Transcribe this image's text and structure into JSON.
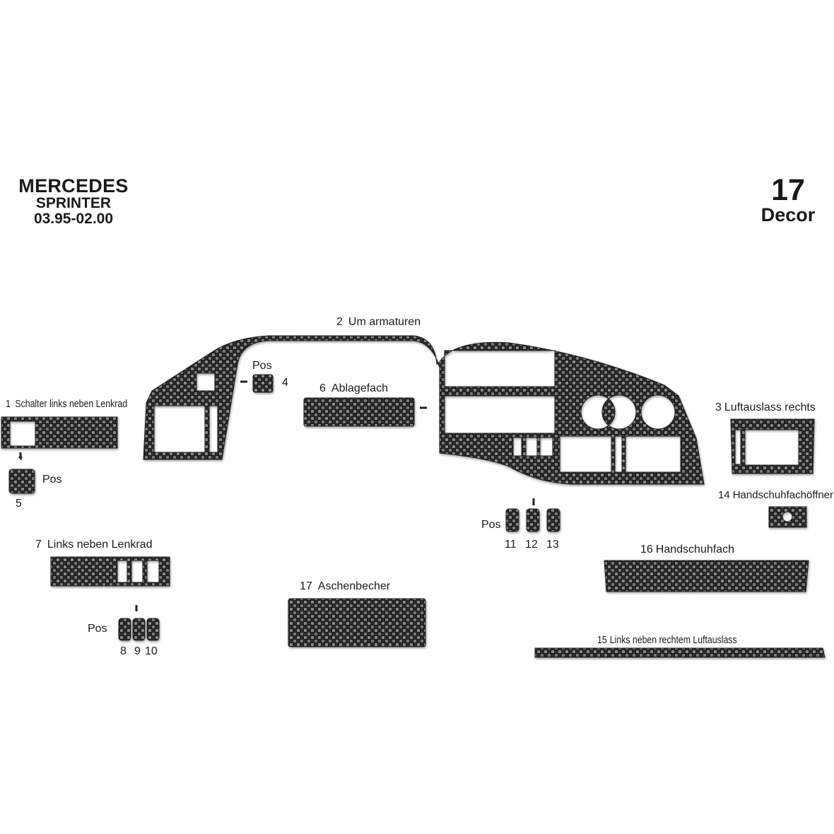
{
  "header": {
    "brand": "MERCEDES",
    "model": "SPRINTER",
    "years": "03.95-02.00",
    "piece_count": "17",
    "piece_type": "Decor"
  },
  "colors": {
    "carbon_dark": "#1c1c1c",
    "carbon_light": "#8a8a8a",
    "background": "#ffffff",
    "text": "#1a1a1a"
  },
  "parts": [
    {
      "num": "1",
      "name": "Schalter links neben Lenkrad"
    },
    {
      "num": "2",
      "name": "Um armaturen"
    },
    {
      "num": "3",
      "name": "Luftauslass rechts"
    },
    {
      "num": "4",
      "name": "Pos"
    },
    {
      "num": "5",
      "name": "Pos"
    },
    {
      "num": "6",
      "name": "Ablagefach"
    },
    {
      "num": "7",
      "name": "Links neben Lenkrad"
    },
    {
      "num": "8",
      "name": "Pos"
    },
    {
      "num": "9",
      "name": "Pos"
    },
    {
      "num": "10",
      "name": "Pos"
    },
    {
      "num": "11",
      "name": "Pos"
    },
    {
      "num": "12",
      "name": "Pos"
    },
    {
      "num": "13",
      "name": "Pos"
    },
    {
      "num": "14",
      "name": "Handschuhfachöffner"
    },
    {
      "num": "15",
      "name": "Links neben rechtem Luftauslass"
    },
    {
      "num": "16",
      "name": "Handschuhfach"
    },
    {
      "num": "17",
      "name": "Aschenbecher"
    }
  ],
  "pos_label": "Pos"
}
